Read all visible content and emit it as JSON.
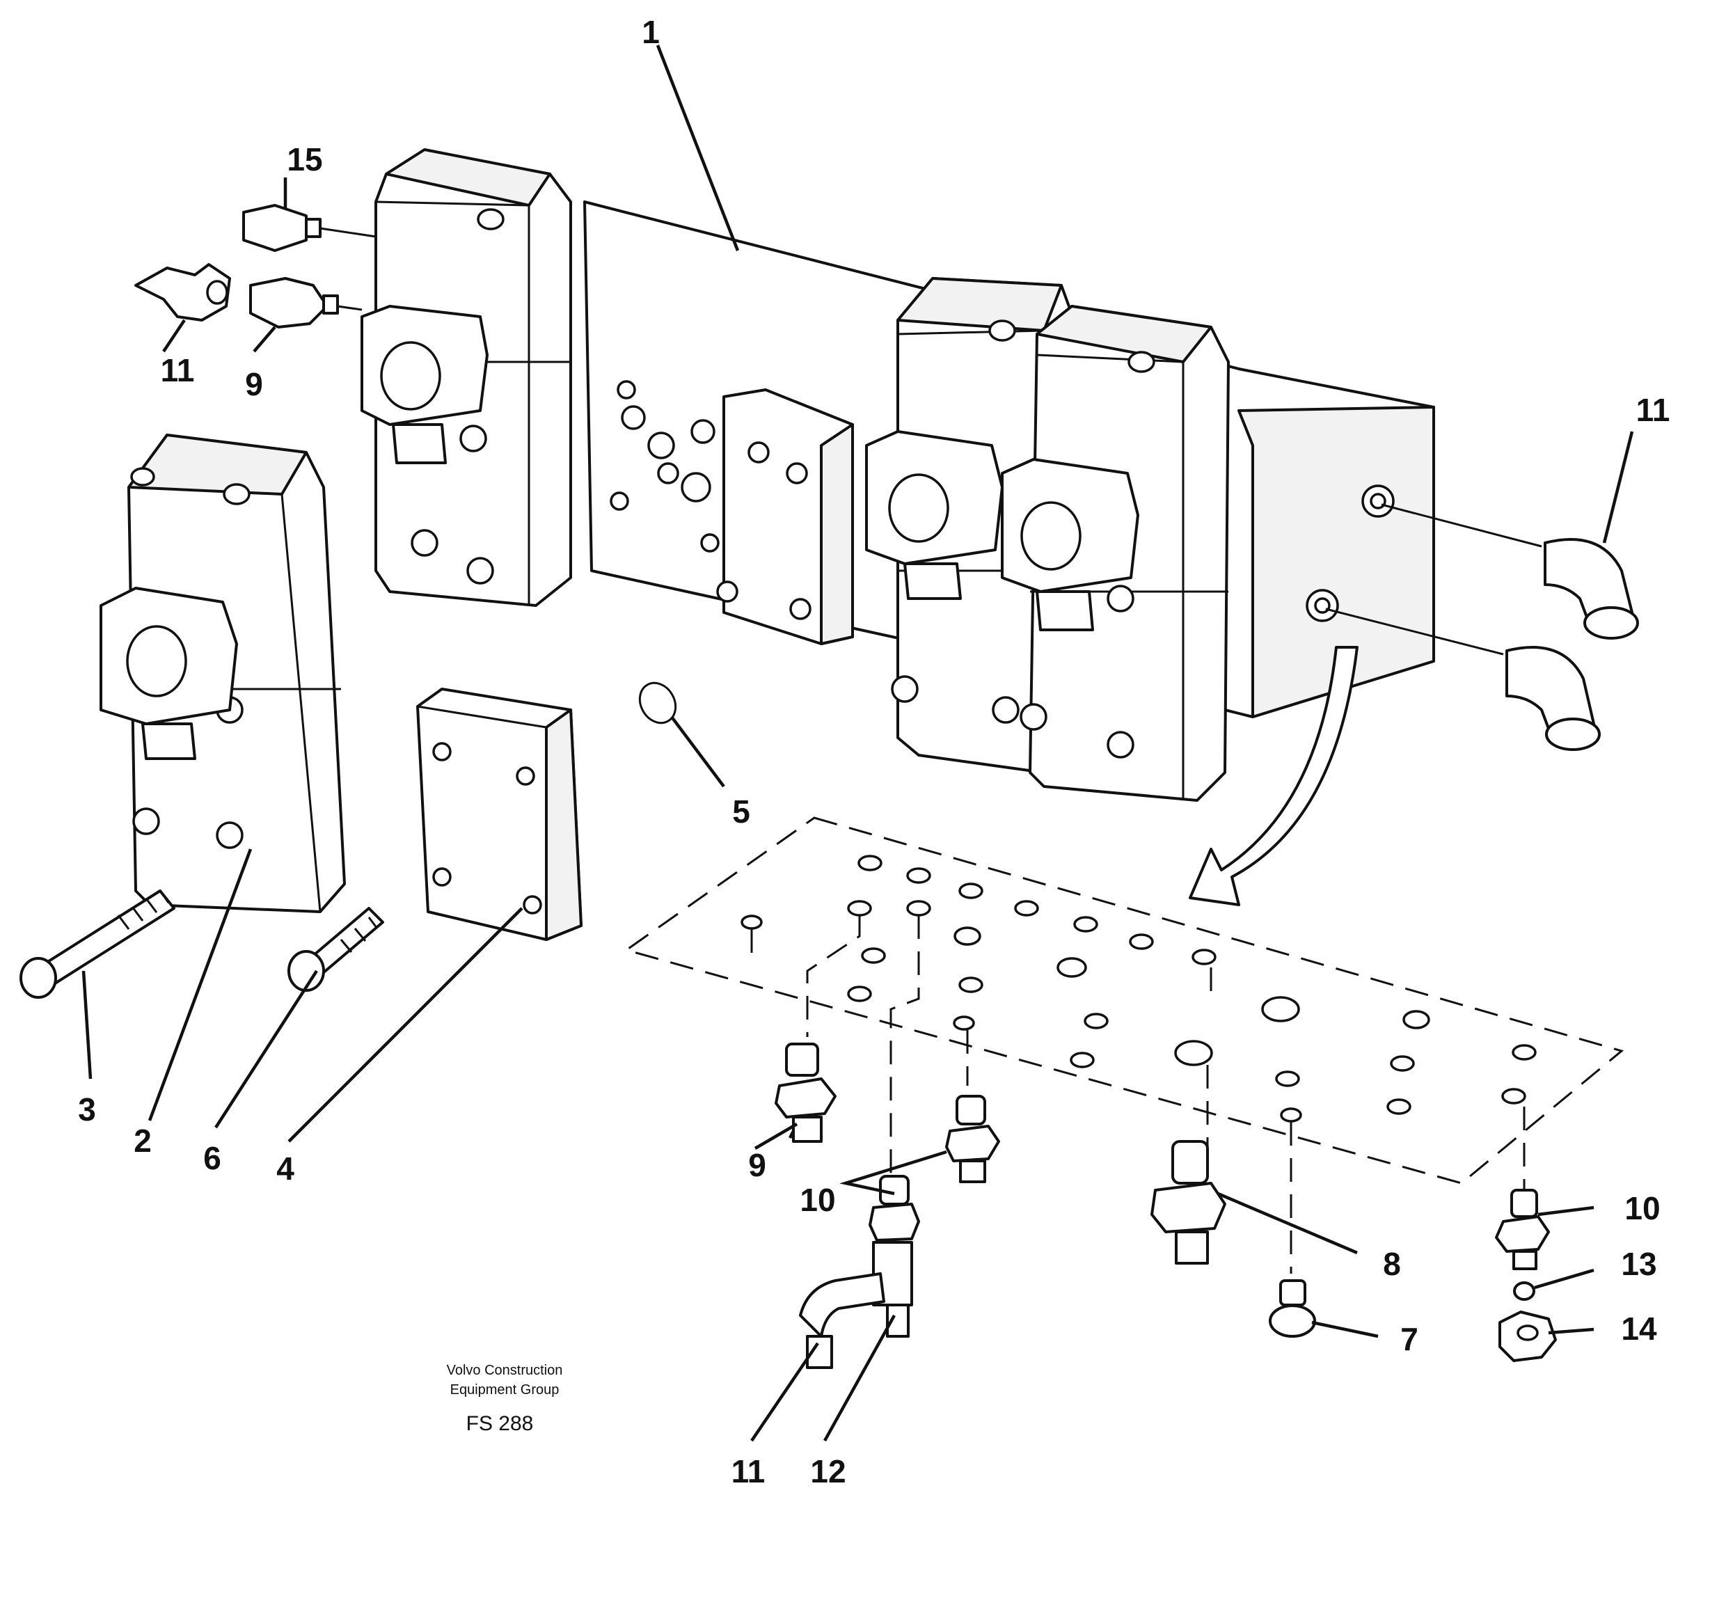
{
  "diagram": {
    "callouts": {
      "c1": "1",
      "c2": "2",
      "c3": "3",
      "c4": "4",
      "c5": "5",
      "c6": "6",
      "c7": "7",
      "c8": "8",
      "c9_top": "9",
      "c9_bottom": "9",
      "c10_center": "10",
      "c10_right": "10",
      "c11_top": "11",
      "c11_right": "11",
      "c11_bottom": "11",
      "c12": "12",
      "c13": "13",
      "c14": "14",
      "c15": "15"
    },
    "credit_line1": "Volvo Construction",
    "credit_line2": "Equipment Group",
    "figure_number": "FS 288"
  }
}
